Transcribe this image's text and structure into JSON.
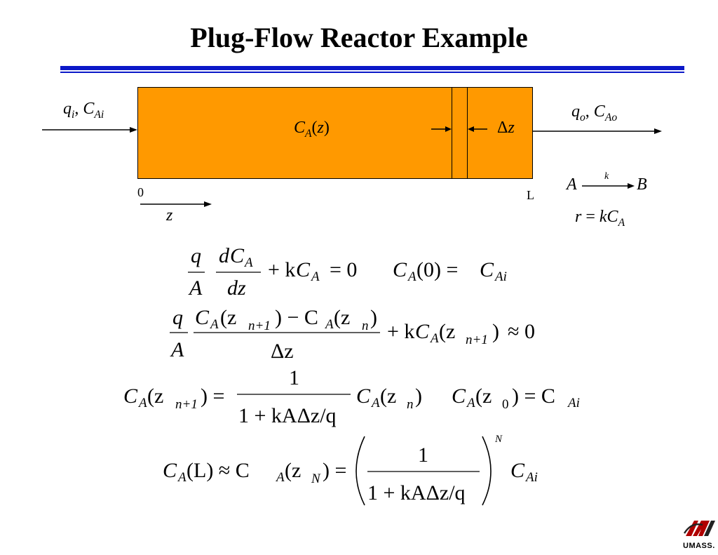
{
  "slide": {
    "title": "Plug-Flow Reactor Example",
    "accent_color": "#0b18c8",
    "reactor_color": "#ff9900"
  },
  "diagram": {
    "inlet_q": "q",
    "inlet_q_sub": "i",
    "inlet_c": "C",
    "inlet_c_sub": "Ai",
    "outlet_q": "q",
    "outlet_q_sub": "o",
    "outlet_c": "C",
    "outlet_c_sub": "Ao",
    "profile_c": "C",
    "profile_sub": "A",
    "profile_arg": "z",
    "slice_delta": "Δ",
    "slice_var": "z",
    "axis_start": "0",
    "axis_end": "L",
    "axis_var": "z",
    "reaction_reactant": "A",
    "reaction_product": "B",
    "reaction_rate_const": "k",
    "rate_r": "r",
    "rate_eq": "=",
    "rate_k": "k",
    "rate_c": "C",
    "rate_sub": "A"
  },
  "equations": {
    "eq1": {
      "q": "q",
      "A": "A",
      "d": "d",
      "C": "C",
      "subA": "A",
      "dz": "dz",
      "plus_k": "+ k",
      "eq_zero": "= 0",
      "ic_arg": "(0) =",
      "Ai": "Ai"
    },
    "eq2": {
      "q": "q",
      "A": "A",
      "num_open": "(z",
      "sub_n1": "n+1",
      "num_mid": ") − C",
      "num_arg": "(z",
      "sub_n": "n",
      "close": ")",
      "den": "Δz",
      "plus_k": "+ k",
      "approx_zero": "≈ 0"
    },
    "eq3": {
      "lhs_close": ") =",
      "one": "1",
      "den": "1 + kAΔz/q",
      "sub_0": "0",
      "eq": ") = C",
      "Ai": "Ai"
    },
    "eq4": {
      "L": "(L) ≈ C",
      "sub_N": "N",
      "eq": ") =",
      "one": "1",
      "den": "1 + kAΔz/q",
      "power": "N",
      "Ai": "Ai"
    }
  },
  "logo": {
    "text": "UMASS."
  }
}
